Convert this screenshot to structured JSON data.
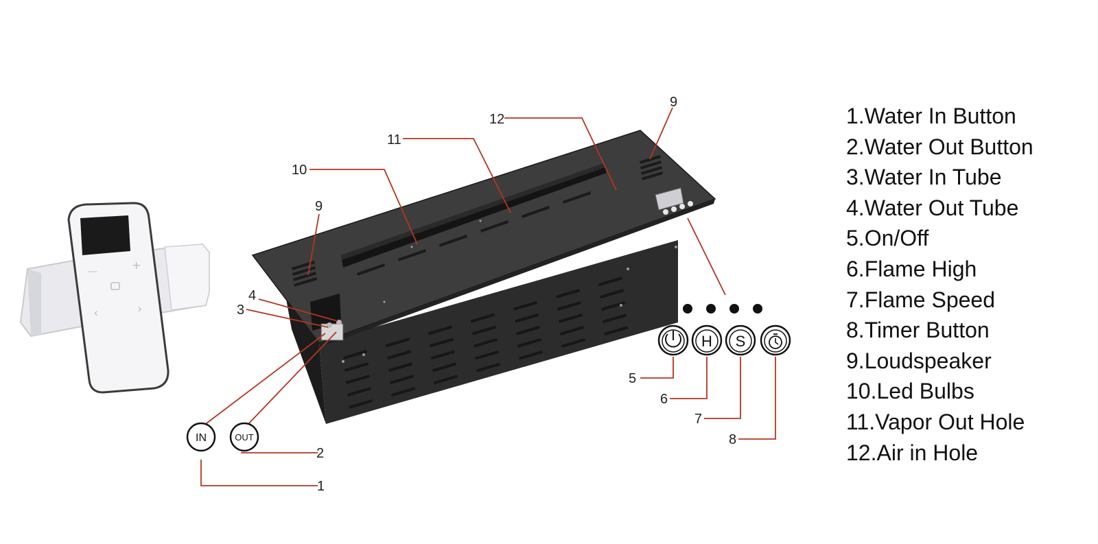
{
  "legend": {
    "items": [
      "1.Water In Button",
      "2.Water Out Button",
      "3.Water In Tube",
      "4.Water Out Tube",
      "5.On/Off",
      "6.Flame High",
      "7.Flame Speed",
      "8.Timer Button",
      "9.Loudspeaker",
      "10.Led Bulbs",
      "11.Vapor Out Hole",
      "12.Air in Hole"
    ]
  },
  "callouts": {
    "n1": "1",
    "n2": "2",
    "n3": "3",
    "n4": "4",
    "n5": "5",
    "n6": "6",
    "n7": "7",
    "n8": "8",
    "n9_left": "9",
    "n9_right": "9",
    "n10": "10",
    "n11": "11",
    "n12": "12"
  },
  "buttons": {
    "in_label": "IN",
    "out_label": "OUT",
    "high_label": "H",
    "speed_label": "S"
  },
  "colors": {
    "leader_line": "#b5351f",
    "device_body": "#3c3c3c",
    "device_dark": "#1e1e1e",
    "remote_body": "#f4f4f6"
  }
}
